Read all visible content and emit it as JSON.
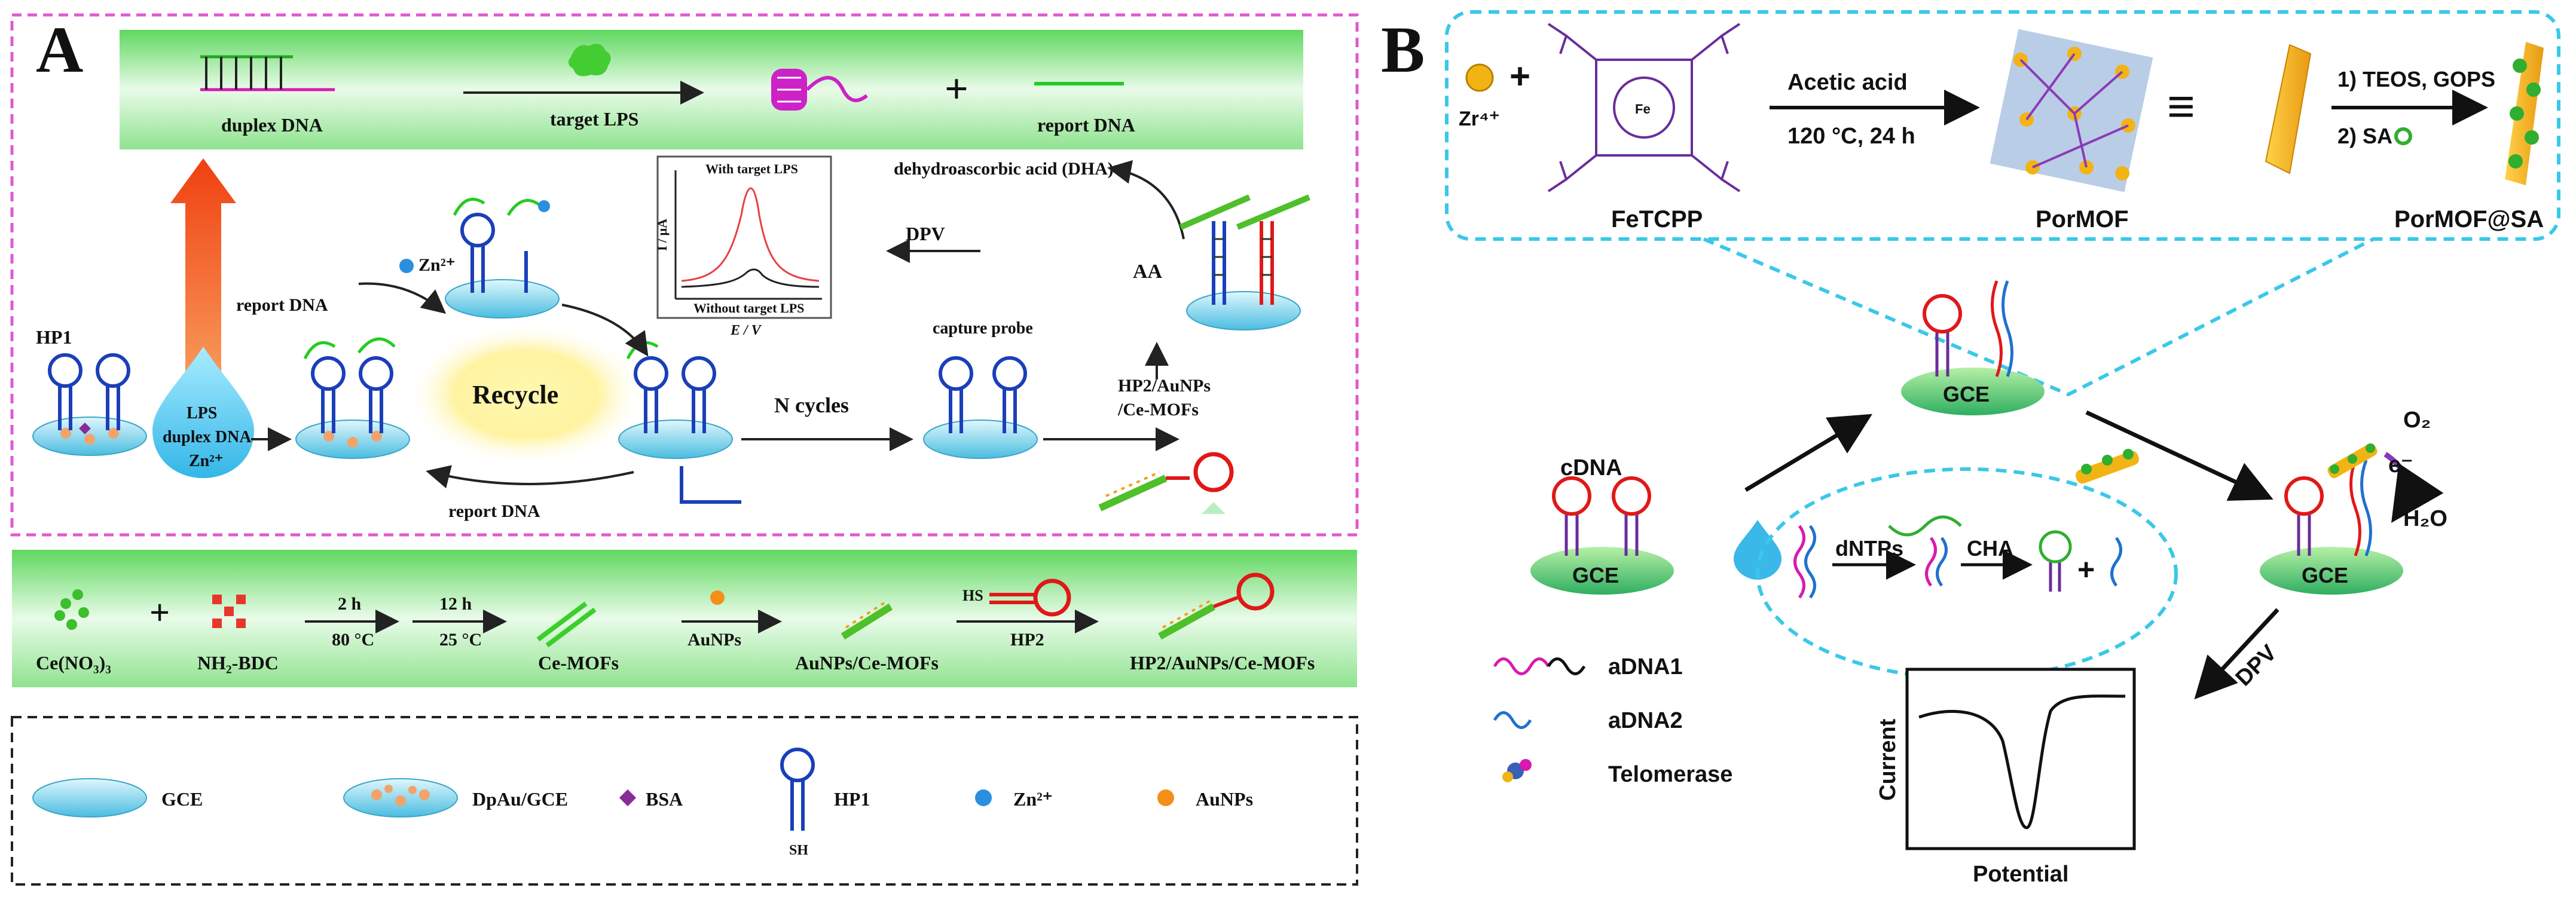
{
  "panel_a": {
    "letter": "A",
    "top_band": {
      "duplex_dna": "duplex DNA",
      "target_lps": "target LPS",
      "plus": "+",
      "report_dna": "report DNA"
    },
    "dha_label": "dehydroascorbic acid (DHA)",
    "dpv_label": "DPV",
    "aa_label": "AA",
    "inset": {
      "with_target": "With target LPS",
      "without_target": "Without target LPS",
      "ylabel": "I / μA",
      "xlabel": "E / V"
    },
    "hp1": "HP1",
    "drop_lines": [
      "LPS",
      "duplex DNA",
      "Zn²⁺"
    ],
    "zn_label": "Zn²⁺",
    "report_dna_top": "report DNA",
    "report_dna_bottom": "report DNA",
    "recycle": "Recycle",
    "n_cycles": "N cycles",
    "capture_probe": "capture probe",
    "hp2_label_1": "HP2/AuNPs",
    "hp2_label_2": "/Ce-MOFs",
    "synthesis": {
      "ce_no3": "Ce(NO₃)₃",
      "plus": "+",
      "nh2_bdc": "NH₂-BDC",
      "step1_top": "2 h",
      "step1_bottom": "80 °C",
      "step2_top": "12 h",
      "step2_bottom": "25 °C",
      "ce_mofs": "Ce-MOFs",
      "aunps": "AuNPs",
      "aunps_ce_mofs": "AuNPs/Ce-MOFs",
      "hs": "HS",
      "hp2": "HP2",
      "final": "HP2/AuNPs/Ce-MOFs"
    },
    "legend": {
      "gce": "GCE",
      "dpau_gce": "DpAu/GCE",
      "bsa": "BSA",
      "hp1": "HP1",
      "sh": "SH",
      "zn": "Zn²⁺",
      "aunps": "AuNPs"
    }
  },
  "panel_b": {
    "letter": "B",
    "zr": "Zr⁴⁺",
    "plus": "+",
    "fetcpp": "FeTCPP",
    "acetic_acid": "Acetic acid",
    "conditions": "120 °C, 24 h",
    "pormof": "PorMOF",
    "equiv": "≡",
    "step1": "1) TEOS, GOPS",
    "step2": "2) SA",
    "pormof_sa": "PorMOF@SA",
    "cdna": "cDNA",
    "gce": "GCE",
    "dntps": "dNTPs",
    "cha": "CHA",
    "o2": "O₂",
    "e": "e⁻",
    "h2o": "H₂O",
    "dpv": "DPV",
    "legend": {
      "adna1": "aDNA1",
      "adna2": "aDNA2",
      "telomerase": "Telomerase"
    },
    "plot": {
      "ylabel": "Current",
      "xlabel": "Potential"
    }
  },
  "colors": {
    "pink_dash": "#e05ad0",
    "cyan_dash": "#3ac8e8",
    "band_green": "#7fe07f",
    "electrode": "#7fd8ee",
    "dna_blue": "#1b3fb8",
    "dna_green": "#22cc22",
    "hp2_red": "#e01818",
    "orange_arrow": "#f26a1b"
  }
}
